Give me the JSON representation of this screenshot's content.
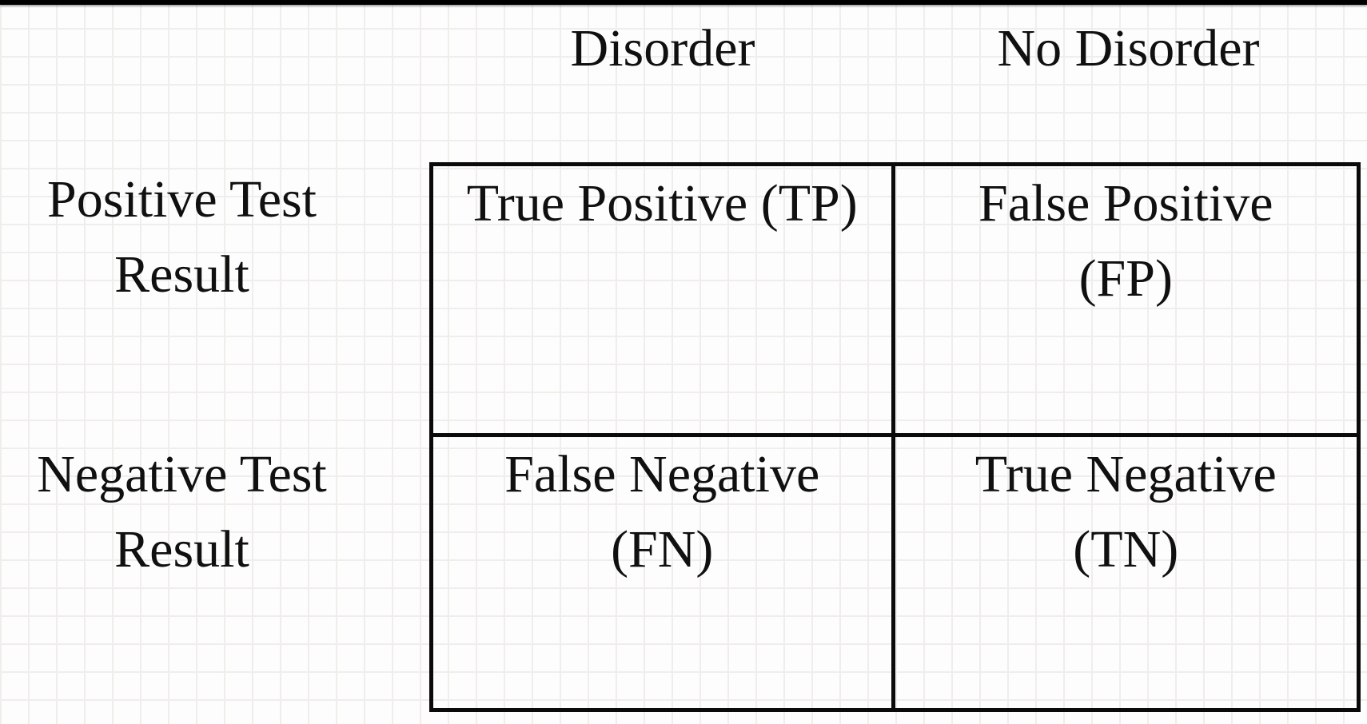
{
  "figure": {
    "kind": "confusion-matrix",
    "description_visible_text_only": true
  },
  "columns": [
    {
      "label": "Disorder"
    },
    {
      "label": "No Disorder"
    }
  ],
  "rows": [
    {
      "label_line1": "Positive Test",
      "label_line2": "Result"
    },
    {
      "label_line1": "Negative Test",
      "label_line2": "Result"
    }
  ],
  "cells": {
    "tp": {
      "line1": "True Positive (TP)",
      "line2": ""
    },
    "fp": {
      "line1": "False Positive",
      "line2": "(FP)"
    },
    "fn": {
      "line1": "False Negative",
      "line2": "(FN)"
    },
    "tn": {
      "line1": "True Negative",
      "line2": "(TN)"
    }
  },
  "colors": {
    "background": "#fdfdfd",
    "grid_line": "#f0eeea",
    "text": "#101010",
    "border": "#0a0a0a",
    "top_bar": "#000000"
  }
}
